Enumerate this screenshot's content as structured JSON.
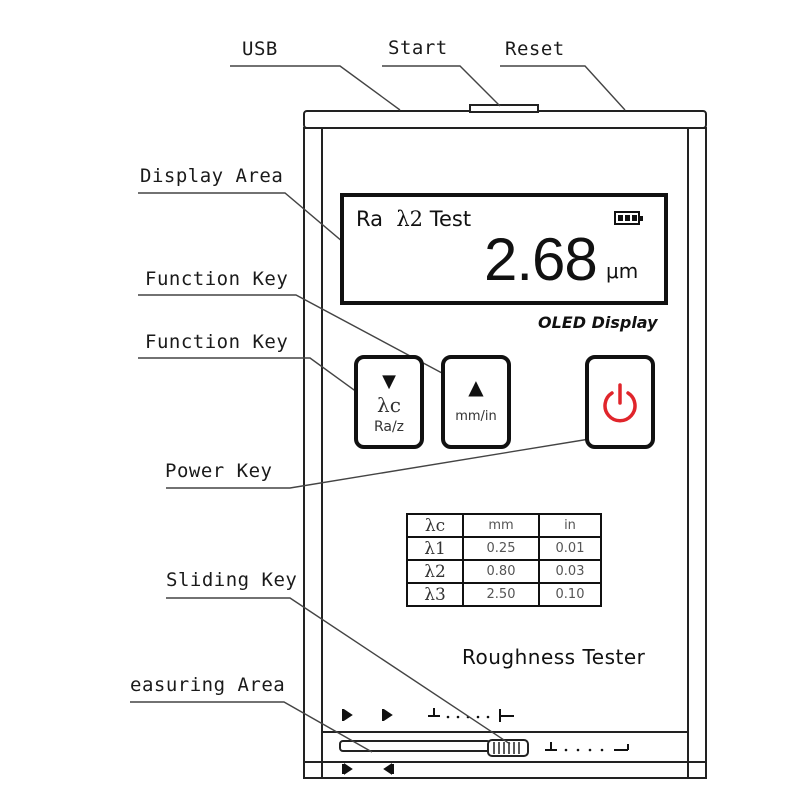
{
  "callouts": {
    "usb": "USB",
    "start": "Start",
    "reset": "Reset",
    "display_area": "Display Area",
    "function_key_1": "Function Key",
    "function_key_2": "Function Key",
    "power_key": "Power Key",
    "sliding_key": "Sliding Key",
    "measuring_area": "easuring Area"
  },
  "display": {
    "parameter": "Ra",
    "lambda_label": "λ2",
    "mode": "Test",
    "value": "2.68",
    "unit": "μm",
    "battery_icon": "battery-full-icon",
    "panel_label": "OLED Display"
  },
  "keys": {
    "down_arrow": "▼",
    "down_line1": "λc",
    "down_line2": "Ra/z",
    "up_arrow": "▲",
    "up_label": "mm/in",
    "power_icon": "power-icon",
    "power_color": "#e0252b"
  },
  "cutoff_table": {
    "header": [
      "λc",
      "mm",
      "in"
    ],
    "rows": [
      [
        "λ1",
        "0.25",
        "0.01"
      ],
      [
        "λ2",
        "0.80",
        "0.03"
      ],
      [
        "λ3",
        "2.50",
        "0.10"
      ]
    ]
  },
  "device_name": "Roughness Tester"
}
